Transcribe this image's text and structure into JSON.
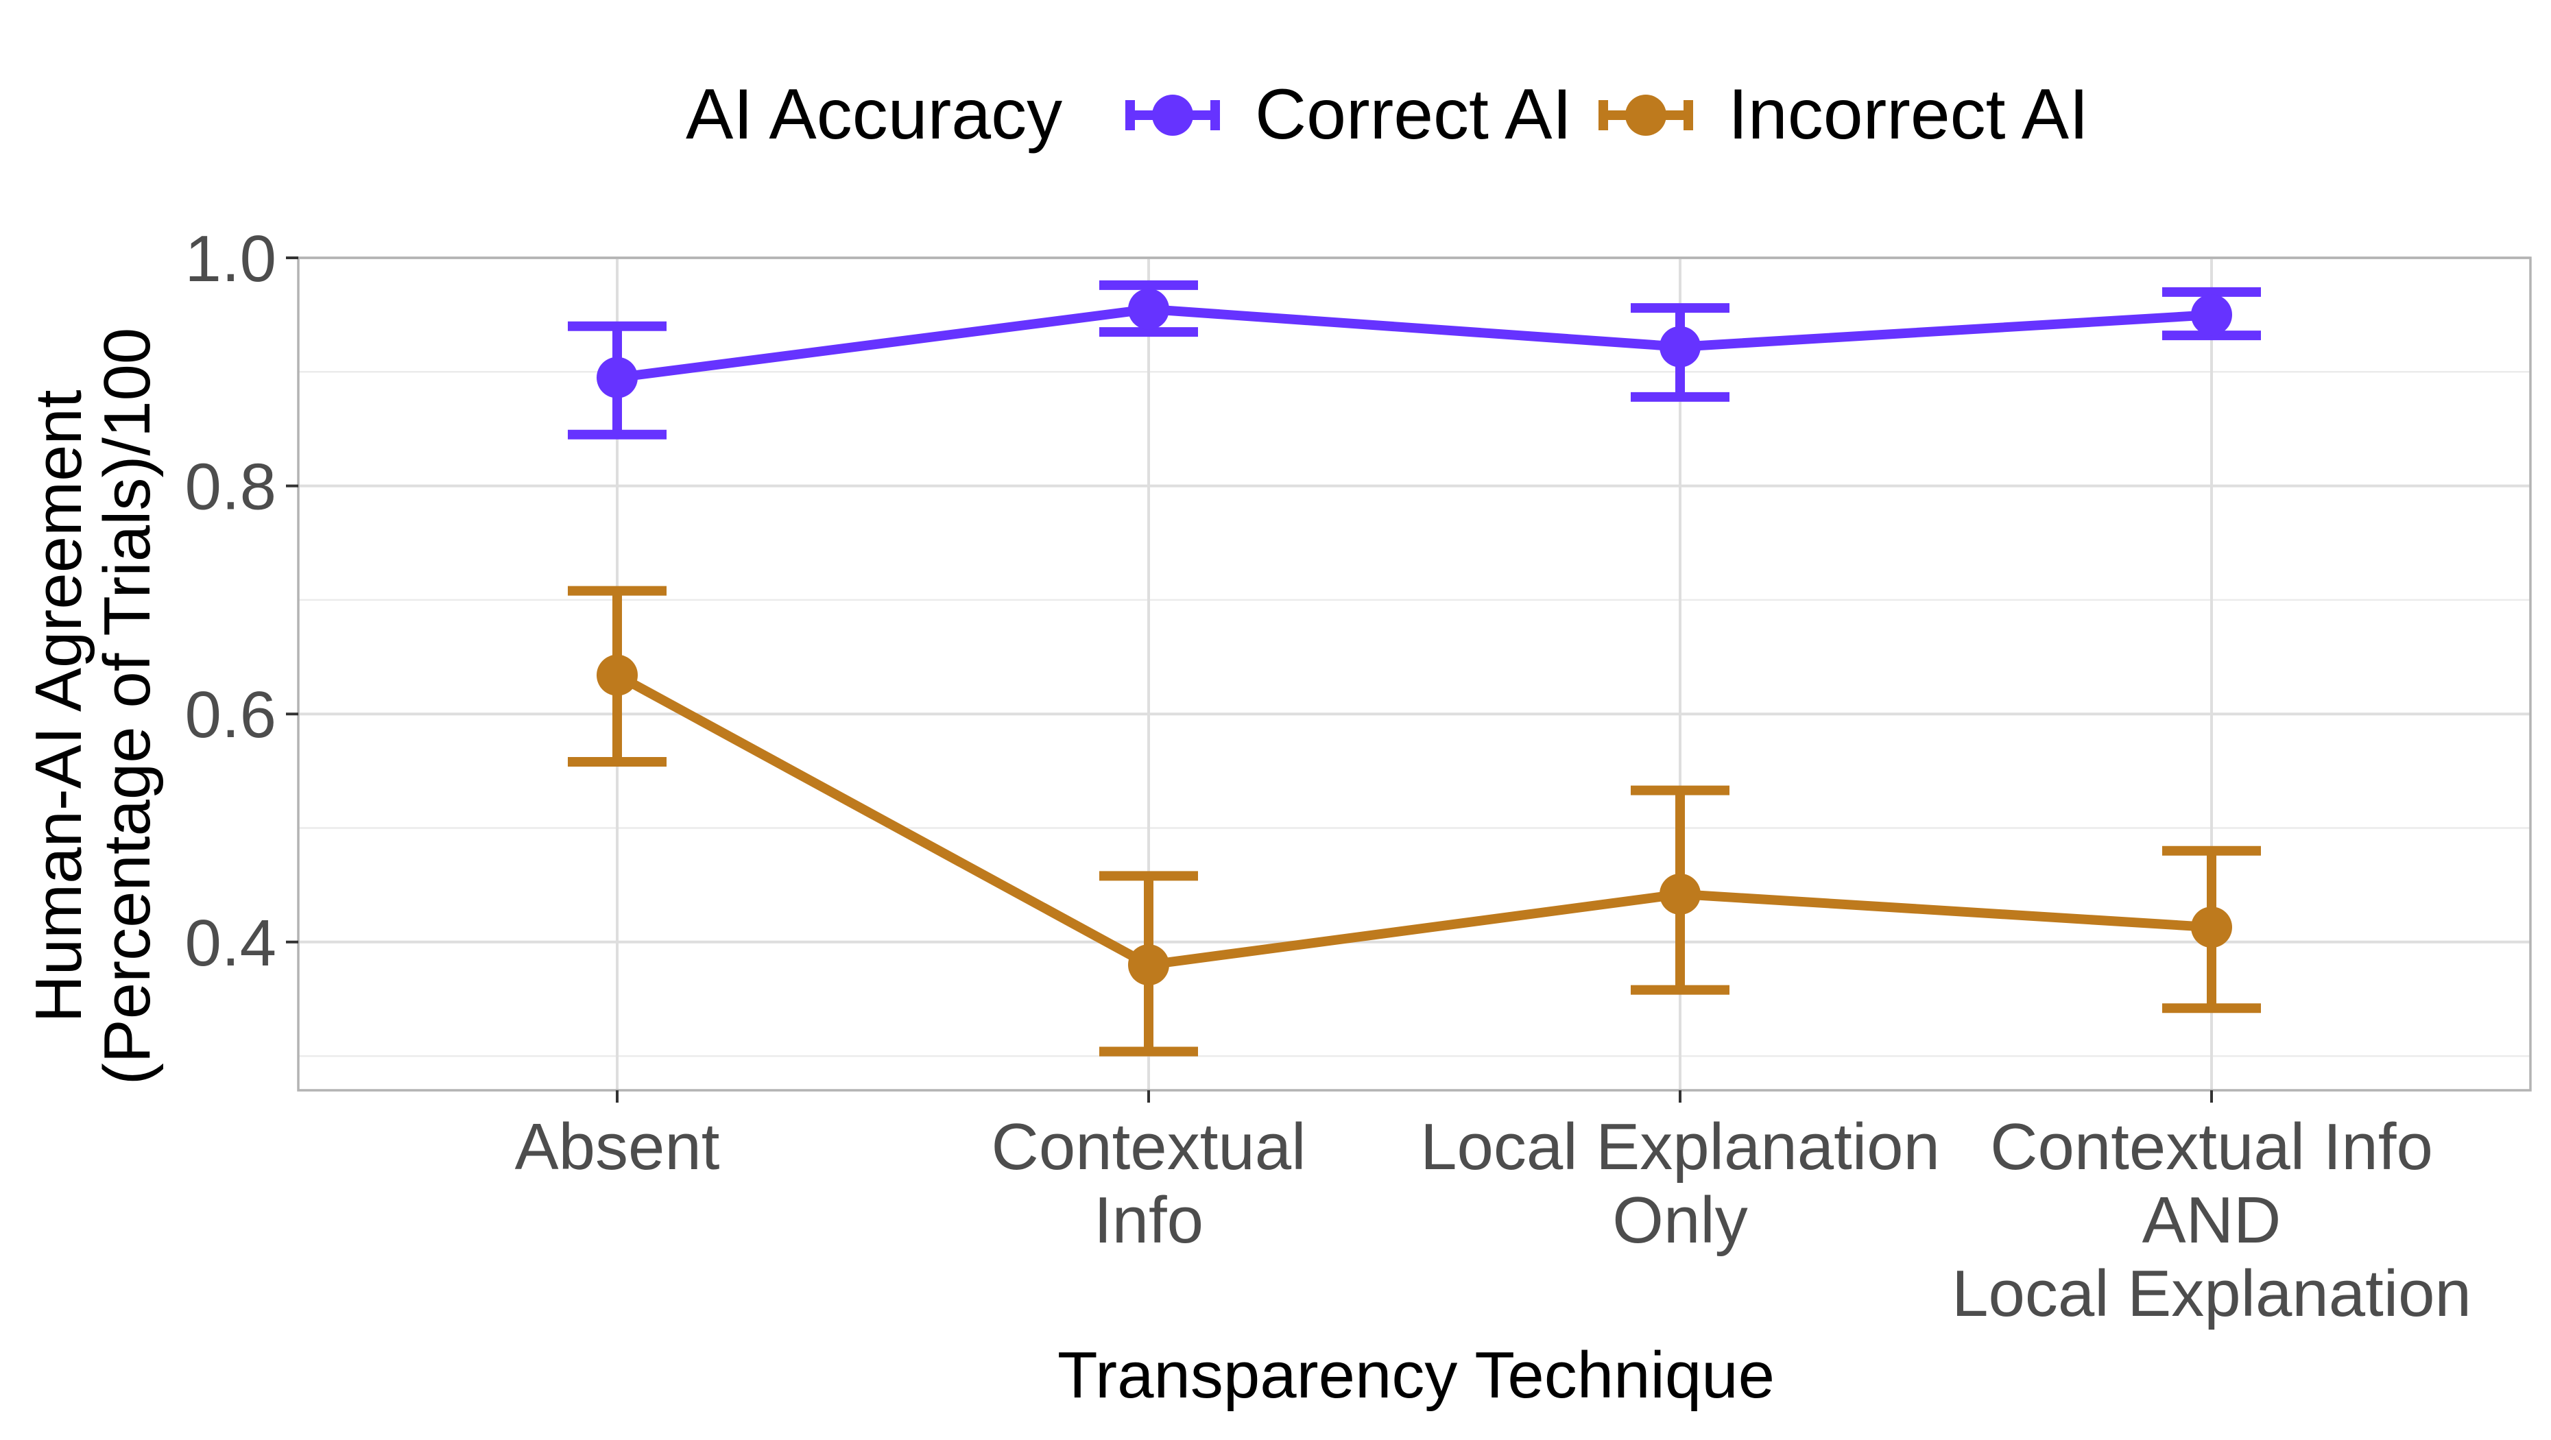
{
  "chart_data": {
    "type": "line",
    "title": "",
    "xlabel": "Transparency Technique",
    "ylabel": [
      "Human-AI Agreement",
      "(Percentage of Trials)/100"
    ],
    "categories": [
      [
        "Absent"
      ],
      [
        "Contextual",
        "Info"
      ],
      [
        "Local Explanation",
        "Only"
      ],
      [
        "Contextual Info",
        "AND",
        "Local Explanation"
      ]
    ],
    "ylim": [
      0.27,
      1.0
    ],
    "yticks": [
      0.4,
      0.6,
      0.8,
      1.0
    ],
    "ytick_labels": [
      "0.4",
      "0.6",
      "0.8",
      "1.0"
    ],
    "grid": true,
    "legend": {
      "title": "AI Accuracy",
      "position": "top"
    },
    "series": [
      {
        "name": "Correct AI",
        "color": "#6633FF",
        "values": [
          0.895,
          0.955,
          0.922,
          0.95
        ],
        "lower": [
          0.845,
          0.935,
          0.878,
          0.932
        ],
        "upper": [
          0.94,
          0.976,
          0.956,
          0.97
        ]
      },
      {
        "name": "Incorrect AI",
        "color": "#BE7A1D",
        "values": [
          0.634,
          0.38,
          0.442,
          0.413
        ],
        "lower": [
          0.558,
          0.304,
          0.358,
          0.342
        ],
        "upper": [
          0.708,
          0.458,
          0.533,
          0.48
        ]
      }
    ]
  }
}
